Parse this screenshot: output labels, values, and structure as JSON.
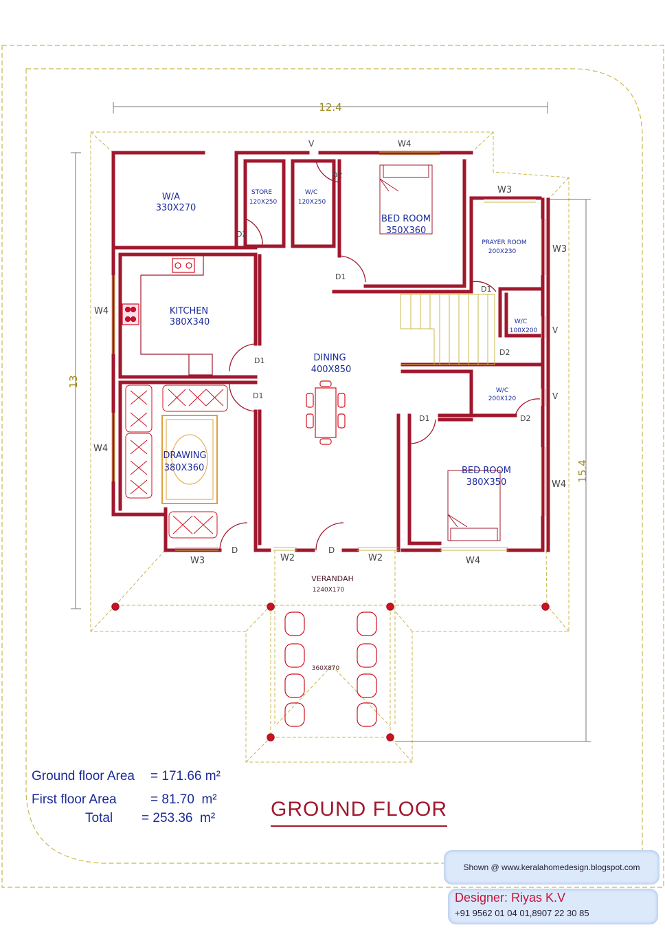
{
  "plan": {
    "title": "GROUND FLOOR",
    "dimensions": {
      "top": "12.4",
      "left": "13",
      "right": "15.4"
    },
    "rooms": [
      {
        "name": "W/A",
        "size": "330X270"
      },
      {
        "name": "STORE",
        "size": "120X250"
      },
      {
        "name": "W/C",
        "size": "120X250"
      },
      {
        "name": "BED ROOM",
        "size": "350X360"
      },
      {
        "name": "PRAYER ROOM",
        "size": "200X230"
      },
      {
        "name": "KITCHEN",
        "size": "380X340"
      },
      {
        "name": "DINING",
        "size": "400X850"
      },
      {
        "name": "W/C",
        "size": "100X200"
      },
      {
        "name": "W/C",
        "size": "200X120"
      },
      {
        "name": "DRAWING",
        "size": "380X360"
      },
      {
        "name": "BED ROOM",
        "size": "380X350"
      },
      {
        "name": "VERANDAH",
        "size": "1240X170"
      },
      {
        "name": "",
        "size": "360X870"
      }
    ],
    "openings": [
      "V",
      "W4",
      "D2",
      "D2",
      "D1",
      "D1",
      "D1",
      "D1",
      "D1",
      "D2",
      "D2",
      "W3",
      "W3",
      "V",
      "V",
      "W4",
      "W4",
      "W4",
      "W4",
      "W3",
      "D",
      "W2",
      "D",
      "W2"
    ]
  },
  "areas": {
    "ground_label": "Ground floor Area",
    "ground_value": "= 171.66 m²",
    "first_label": "First floor Area",
    "first_value": "= 81.70  m²",
    "total_label": "Total",
    "total_value": "= 253.36  m²"
  },
  "credits": {
    "shown": "Shown @  www.keralahomedesign.blogspot.com",
    "designer": "Designer: Riyas K.V",
    "phone": "+91 9562 01 04 01,8907 22 30 85"
  },
  "colors": {
    "wall": "#a0182e",
    "dimension": "#c8b84a",
    "text": "#1a2a9a",
    "furniture": "#d0101e",
    "carpet": "#e0a040"
  }
}
